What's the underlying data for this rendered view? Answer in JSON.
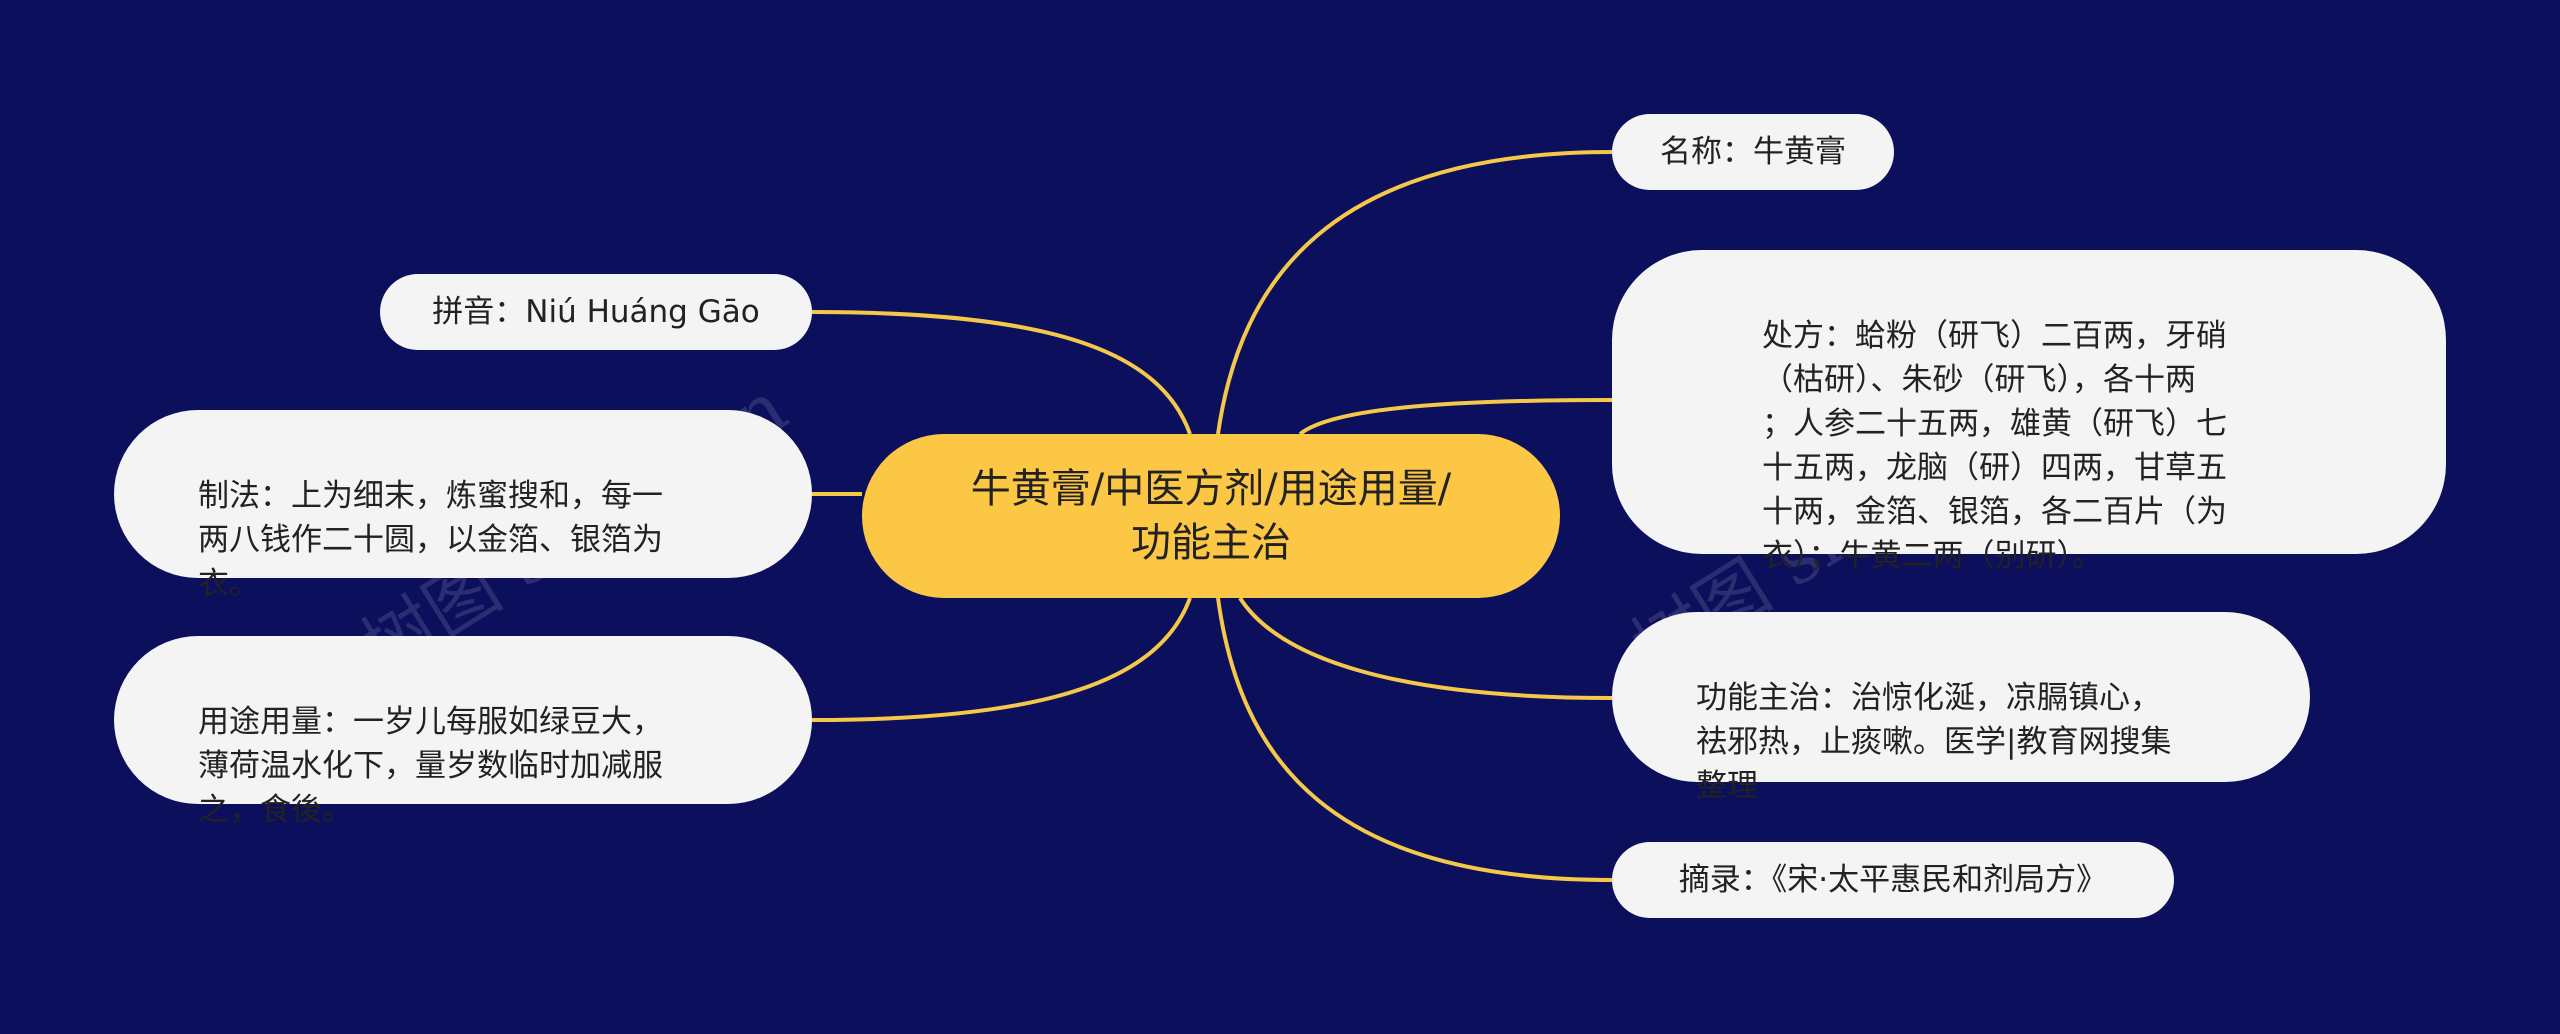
{
  "colors": {
    "background": "#0b0f5c",
    "root_fill": "#fcc745",
    "node_fill": "#f4f4f5",
    "connector": "#f5c84a"
  },
  "root": {
    "label": "牛黄膏/中医方剂/用途用量/功能主治"
  },
  "nodes": {
    "name": "名称：牛黄膏",
    "prescription": "处方：蛤粉（研飞）二百两，牙硝\n（枯研）、朱砂（研飞），各十两\n；人参二十五两，雄黄（研飞）七\n十五两，龙脑（研）四两，甘草五\n十两，金箔、银箔，各二百片（为\n衣）；牛黄二两（别研）。",
    "function": "功能主治：治惊化涎，凉膈镇心，\n祛邪热，止痰嗽。医学|教育网搜集\n整理",
    "source": "摘录：《宋·太平惠民和剂局方》",
    "pinyin": "拼音：Niú Huáng Gāo",
    "preparation": "制法：上为细末，炼蜜搜和，每一\n两八钱作二十圆，以金箔、银箔为\n衣。",
    "usage": "用途用量：一岁儿每服如绿豆大，\n薄荷温水化下，量岁数临时加减服\n之，食後。"
  },
  "watermarks": [
    "树图 shutu.cn",
    "树图 shutu.cn"
  ]
}
